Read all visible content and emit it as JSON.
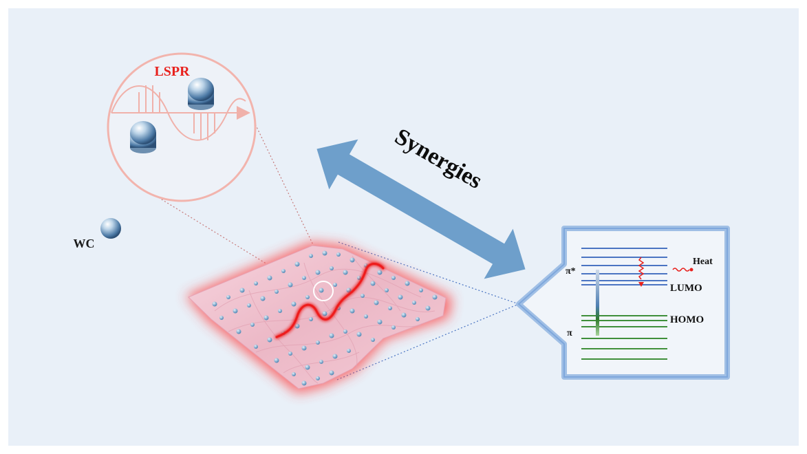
{
  "labels": {
    "lspr": "LSPR",
    "wc": "WC",
    "synergies": "Synergies",
    "heat": "Heat",
    "lumo": "LUMO",
    "homo": "HOMO",
    "pi_star": "π*",
    "pi": "π"
  },
  "colors": {
    "background": "#e9f0f8",
    "lspr_circle": "#f2b4ad",
    "lspr_text": "#e8211d",
    "arrow": "#6e9fcb",
    "lumo_levels": "#4a74c2",
    "homo_levels": "#3f8f3a",
    "membrane": "#f1c7d2",
    "glow": "#ff4a4a",
    "wave": "#ee1c1c"
  }
}
